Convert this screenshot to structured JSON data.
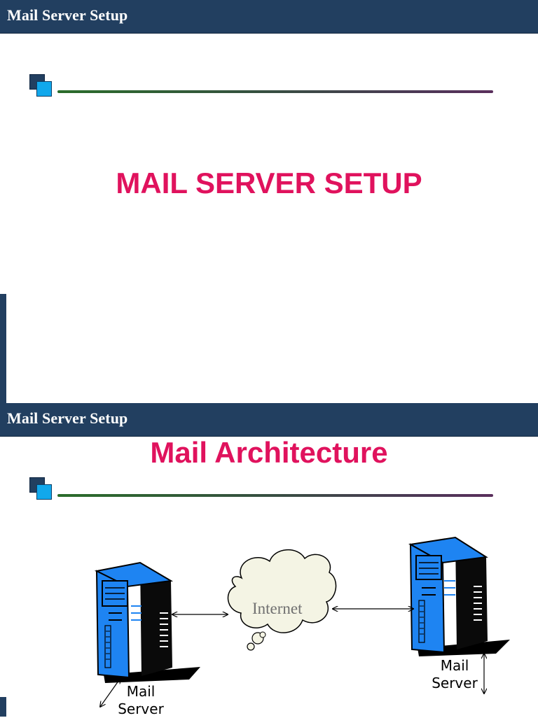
{
  "slide1": {
    "header": "Mail Server Setup",
    "title": "MAIL SERVER SETUP"
  },
  "slide2": {
    "header": "Mail Server Setup",
    "title": "Mail Architecture",
    "diagram": {
      "cloud_label": "Internet",
      "left_server_label": "Mail\nServer",
      "right_server_label": "Mail\nServer"
    }
  },
  "colors": {
    "header_bar": "#223f60",
    "title_pink": "#e0125d",
    "server_blue": "#1e84f2",
    "cloud_fill": "#f4f4e4"
  }
}
